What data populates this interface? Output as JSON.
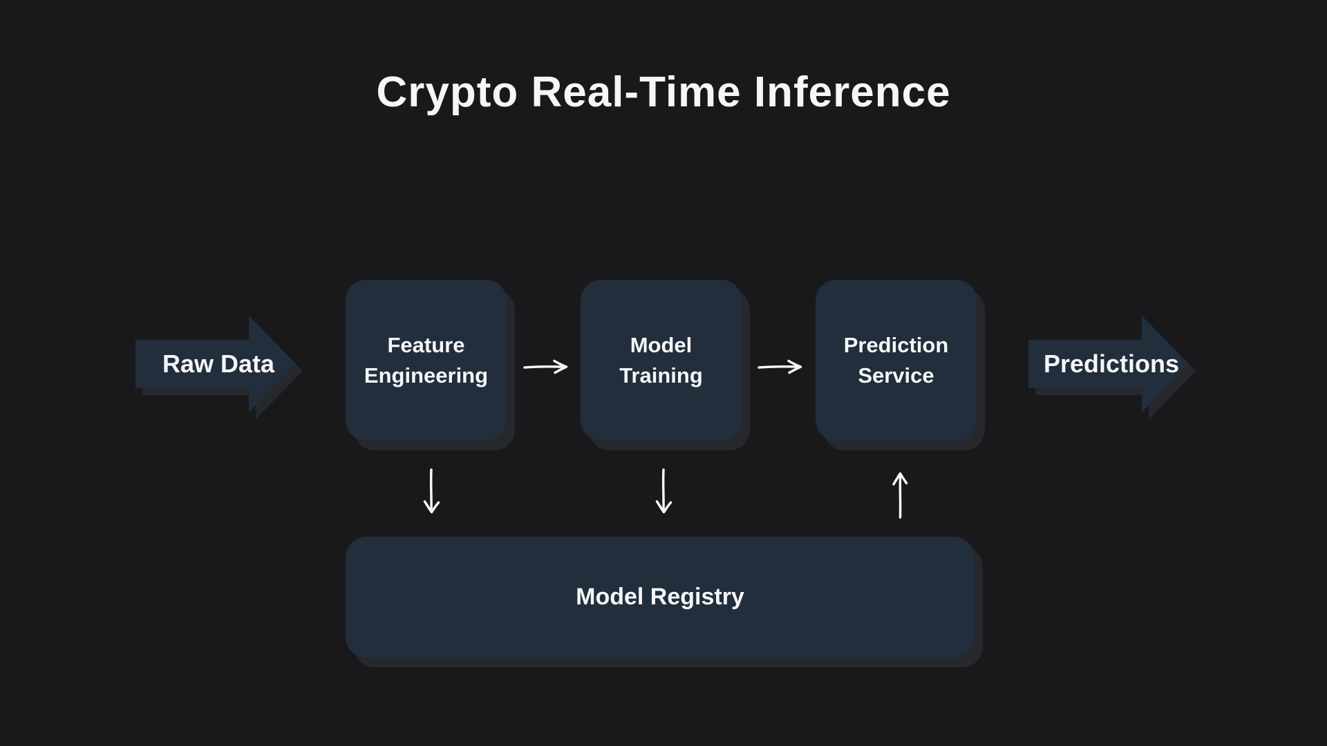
{
  "title": "Crypto Real-Time Inference",
  "colors": {
    "background": "#19191b",
    "node_fill": "#222e3b",
    "node_shadow": "#26282c",
    "text": "#f5f6f8"
  },
  "flow": {
    "input": {
      "label": "Raw Data"
    },
    "output": {
      "label": "Predictions"
    },
    "stages": [
      {
        "label": "Feature Engineering"
      },
      {
        "label": "Model Training"
      },
      {
        "label": "Prediction Service"
      }
    ],
    "registry": {
      "label": "Model Registry"
    },
    "connections": [
      {
        "from": "Raw Data",
        "to": "Feature Engineering"
      },
      {
        "from": "Feature Engineering",
        "to": "Model Training"
      },
      {
        "from": "Model Training",
        "to": "Prediction Service"
      },
      {
        "from": "Prediction Service",
        "to": "Predictions"
      },
      {
        "from": "Feature Engineering",
        "to": "Model Registry"
      },
      {
        "from": "Model Training",
        "to": "Model Registry"
      },
      {
        "from": "Model Registry",
        "to": "Prediction Service"
      }
    ]
  }
}
